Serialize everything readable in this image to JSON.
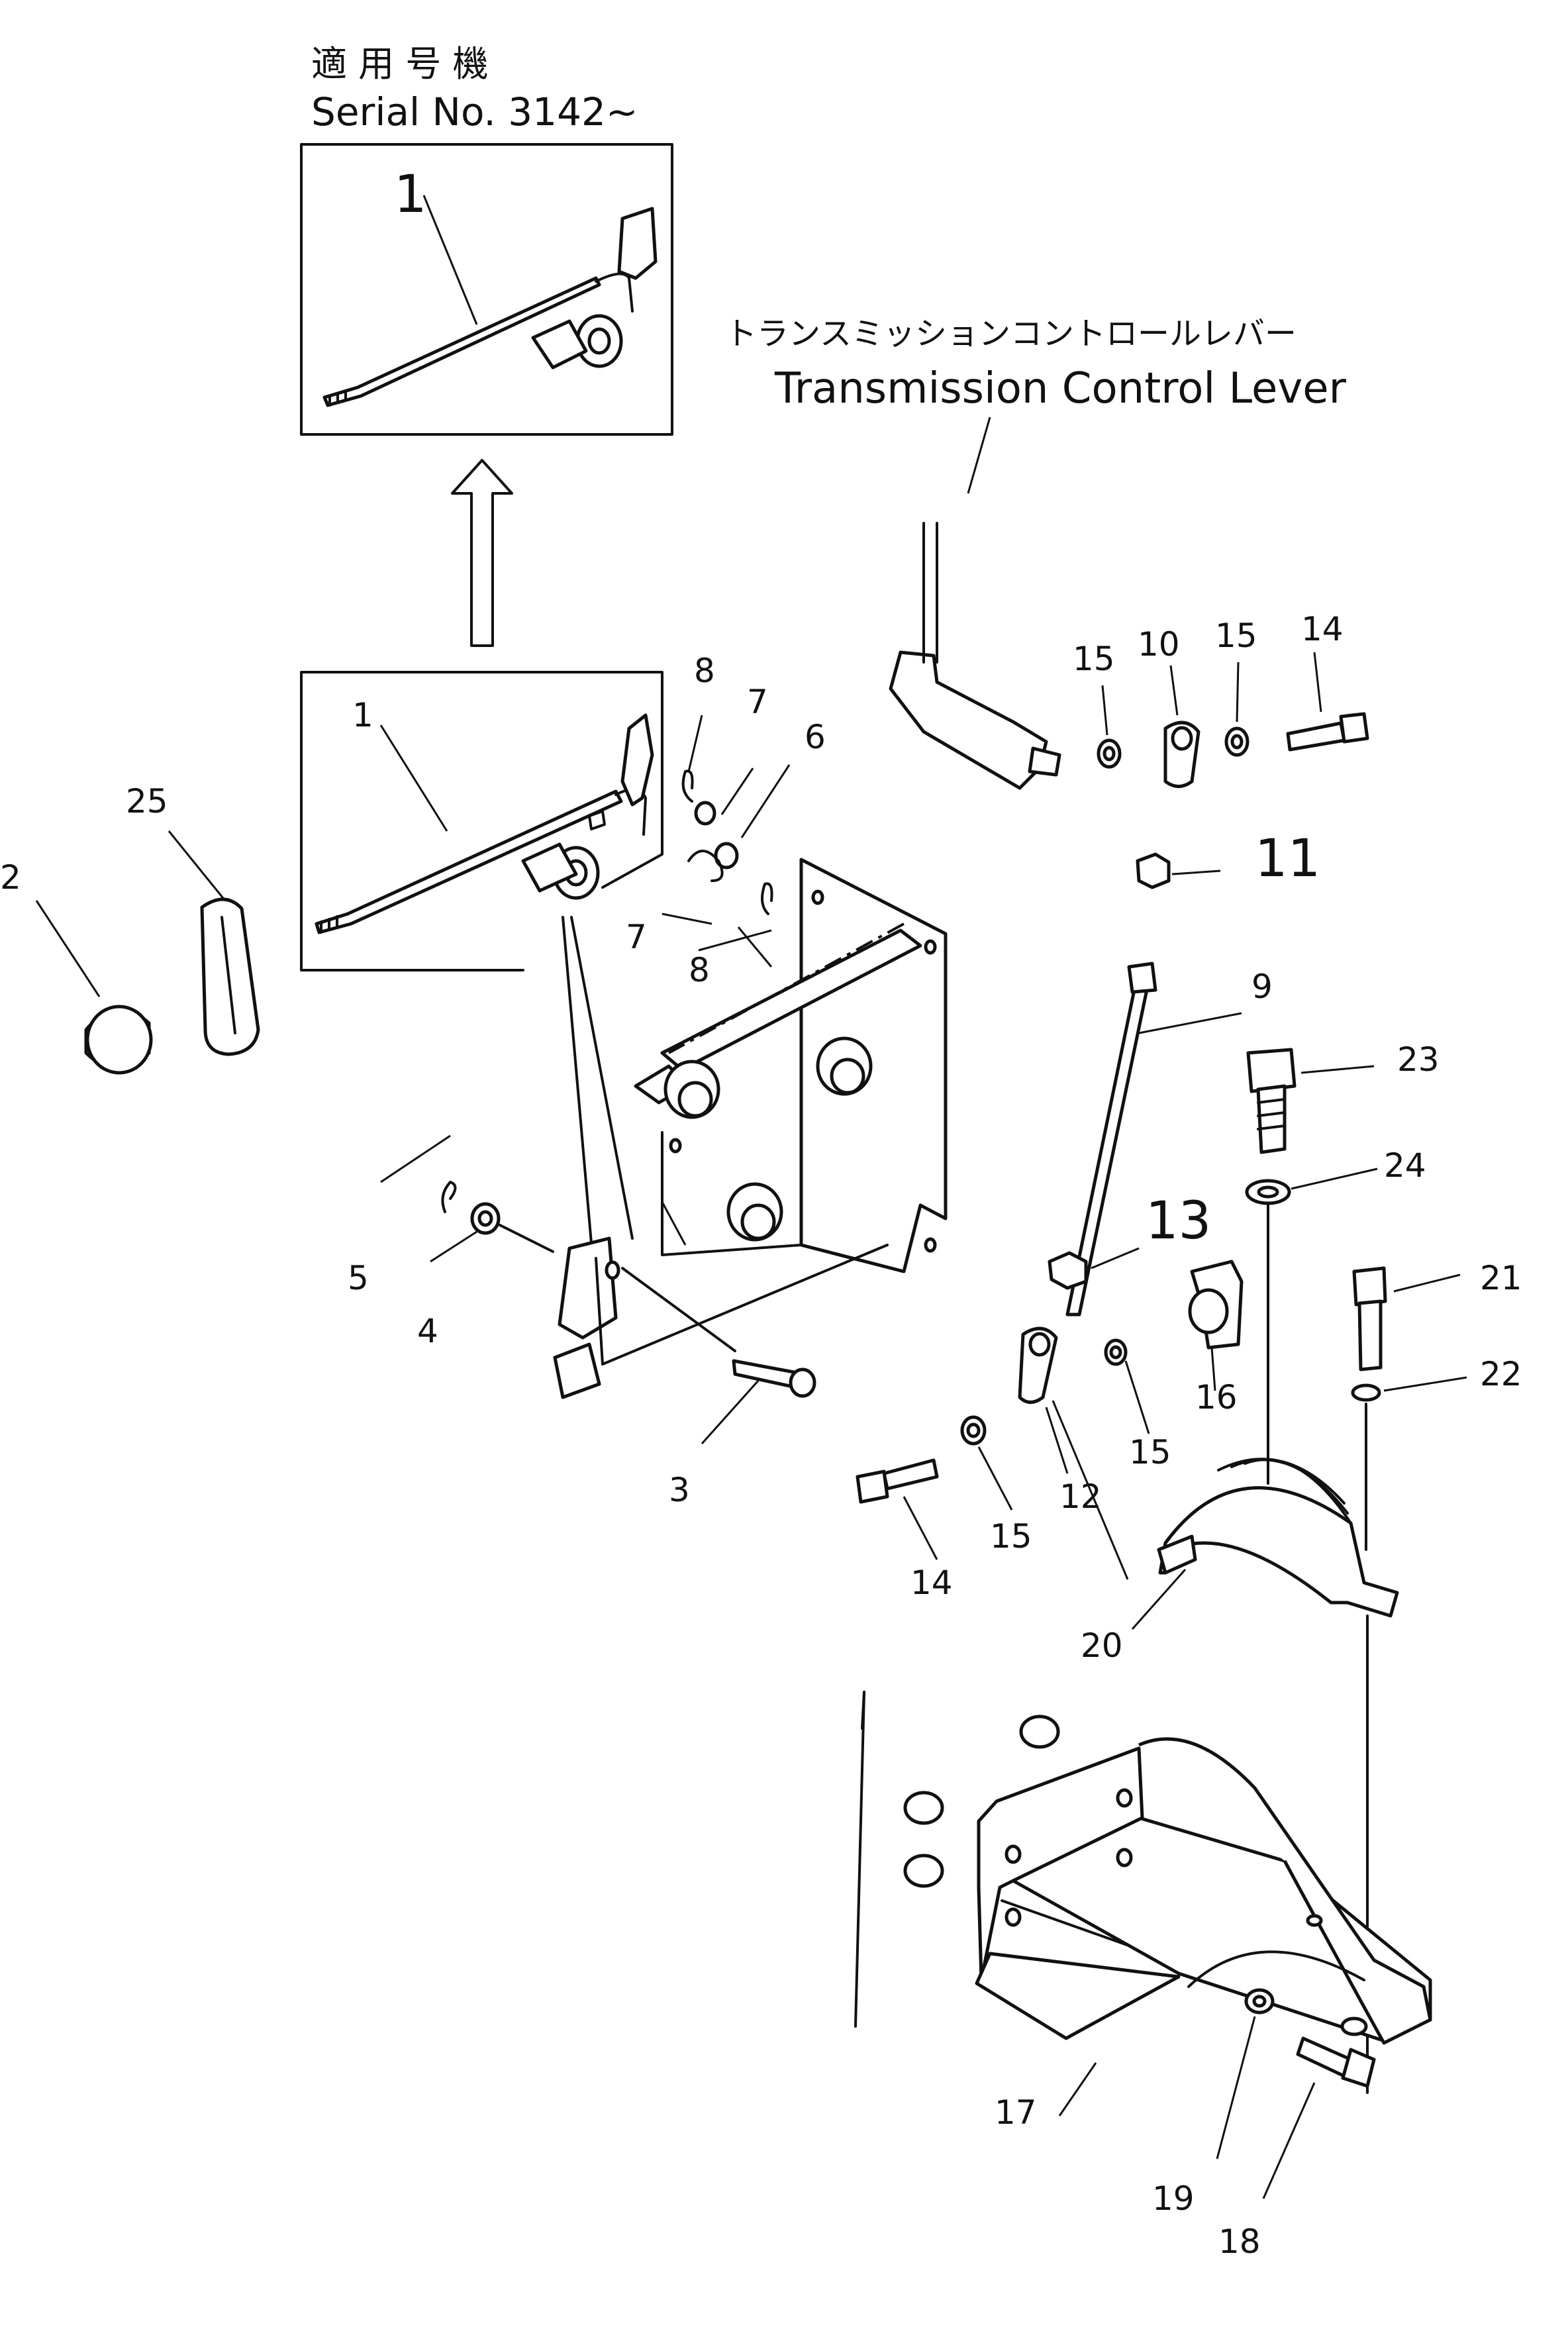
{
  "serial_label": {
    "jp": "適 用 号 機",
    "en": "Serial No. 3142~"
  },
  "lever_label": {
    "jp": "トランスミッションコントロールレバー",
    "en": "Transmission Control Lever"
  },
  "callouts": {
    "c1_top": "1",
    "c1": "1",
    "c2": "2",
    "c3": "3",
    "c4": "4",
    "c5": "5",
    "c6": "6",
    "c7a": "7",
    "c7b": "7",
    "c8a": "8",
    "c8b": "8",
    "c9": "9",
    "c10": "10",
    "c11": "11",
    "c12": "12",
    "c13": "13",
    "c14a": "14",
    "c14b": "14",
    "c15a": "15",
    "c15b": "15",
    "c15c": "15",
    "c15d": "15",
    "c16": "16",
    "c17": "17",
    "c18": "18",
    "c19": "19",
    "c20": "20",
    "c21": "21",
    "c22": "22",
    "c23": "23",
    "c24": "24",
    "c25": "25"
  }
}
